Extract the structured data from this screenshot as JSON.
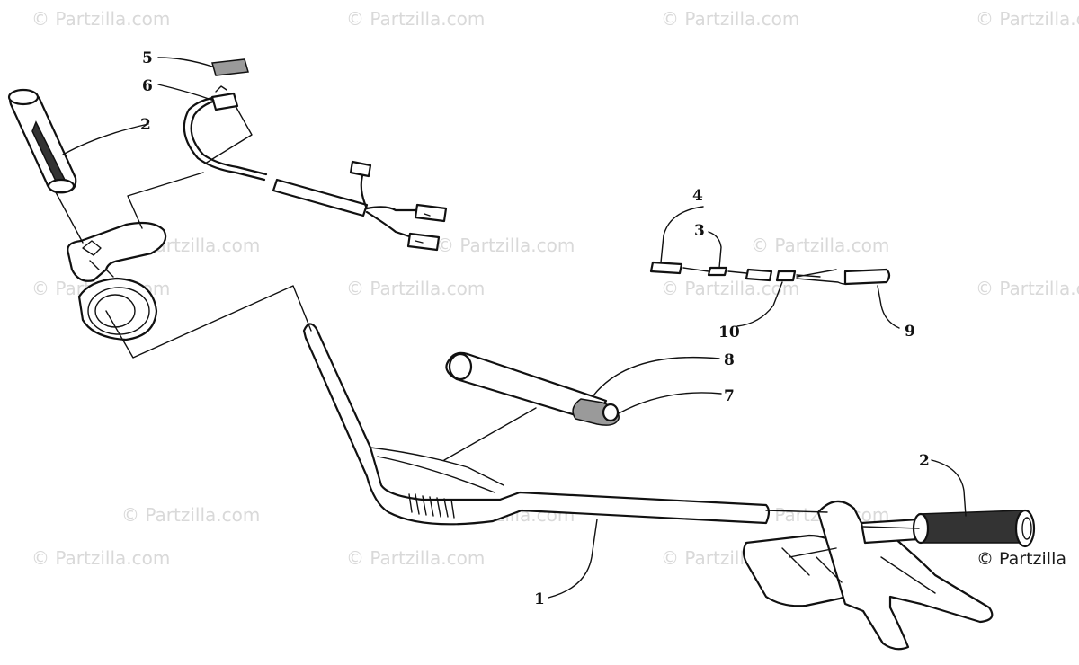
{
  "watermark": {
    "text": "© Partzilla.com",
    "corner_text": "© Partzilla"
  },
  "callouts": {
    "c1": "1",
    "c2_left": "2",
    "c2_right": "2",
    "c3": "3",
    "c4": "4",
    "c5": "5",
    "c6": "6",
    "c7": "7",
    "c8": "8",
    "c9": "9",
    "c10": "10"
  }
}
